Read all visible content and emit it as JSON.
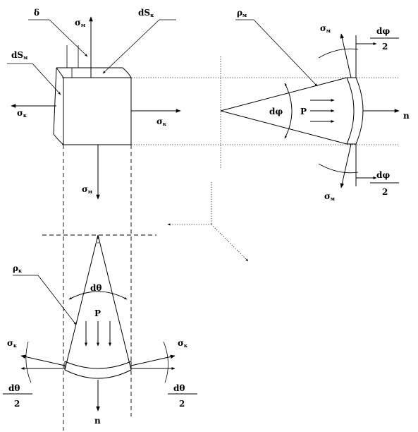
{
  "labels": {
    "delta": "δ",
    "sigma_m_top": "σ",
    "sigma_m_top_sub": "м",
    "dS_k": "dS",
    "dS_k_sub": "к",
    "dS_m": "dS",
    "dS_m_sub": "м",
    "sigma_k_left": "σ",
    "sigma_k_left_sub": "к",
    "sigma_k_right": "σ",
    "sigma_k_right_sub": "к",
    "sigma_m_bottom": "σ",
    "sigma_m_bottom_sub": "м",
    "rho_m": "ρ",
    "rho_m_sub": "м",
    "sigma_m_ur": "σ",
    "sigma_m_ur_sub": "м",
    "dphi_half_top_num": "dφ",
    "dphi_half_top_den": "2",
    "dphi": "dφ",
    "P_right": "P",
    "n_right": "n",
    "sigma_m_lr": "σ",
    "sigma_m_lr_sub": "м",
    "dphi_half_bot_num": "dφ",
    "dphi_half_bot_den": "2",
    "rho_k": "ρ",
    "rho_k_sub": "к",
    "dtheta": "dθ",
    "P_bottom": "P",
    "sigma_k_bl": "σ",
    "sigma_k_bl_sub": "к",
    "sigma_k_br": "σ",
    "sigma_k_br_sub": "к",
    "dtheta_half_left_num": "dθ",
    "dtheta_half_left_den": "2",
    "dtheta_half_right_num": "dθ",
    "dtheta_half_right_den": "2",
    "n_bottom": "n"
  }
}
